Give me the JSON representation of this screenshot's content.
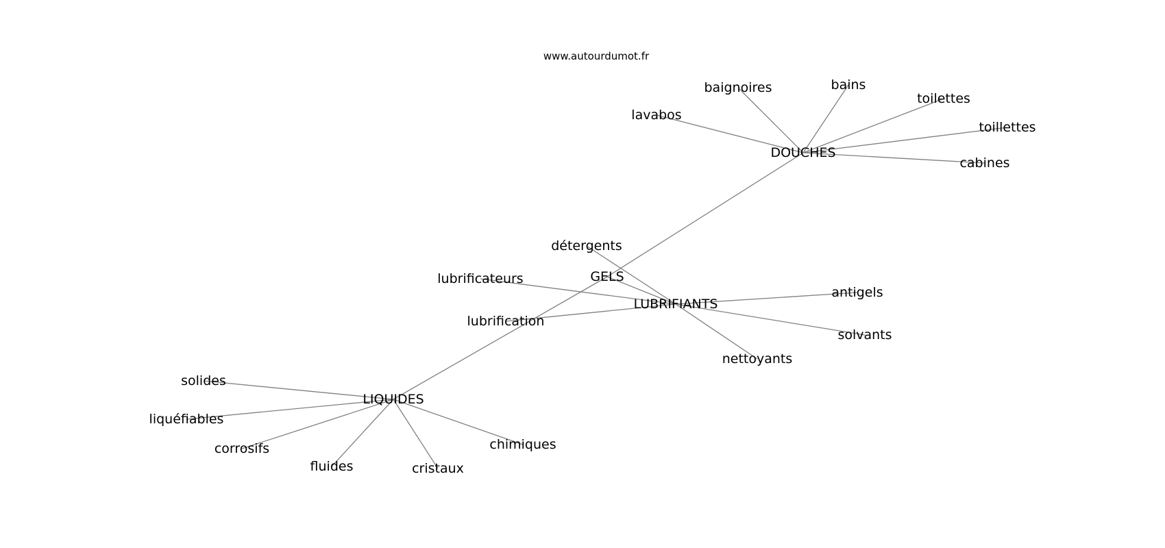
{
  "watermark": "www.autourdumot.fr",
  "graph": {
    "edge_color": "#808080",
    "text_color": "#000000",
    "nodes": [
      {
        "id": "GELS",
        "label": "GELS"
      },
      {
        "id": "DOUCHES",
        "label": "DOUCHES"
      },
      {
        "id": "LIQUIDES",
        "label": "LIQUIDES"
      },
      {
        "id": "LUBRIFIANTS",
        "label": "LUBRIFIANTS"
      },
      {
        "id": "baignoires",
        "label": "baignoires"
      },
      {
        "id": "bains",
        "label": "bains"
      },
      {
        "id": "toilettes",
        "label": "toilettes"
      },
      {
        "id": "lavabos",
        "label": "lavabos"
      },
      {
        "id": "toillettes",
        "label": "toillettes"
      },
      {
        "id": "cabines",
        "label": "cabines"
      },
      {
        "id": "detergents",
        "label": "détergents"
      },
      {
        "id": "lubrificateurs",
        "label": "lubrificateurs"
      },
      {
        "id": "antigels",
        "label": "antigels"
      },
      {
        "id": "lubrification",
        "label": "lubrification"
      },
      {
        "id": "solvants",
        "label": "solvants"
      },
      {
        "id": "nettoyants",
        "label": "nettoyants"
      },
      {
        "id": "solides",
        "label": "solides"
      },
      {
        "id": "liquefiables",
        "label": "liquéfiables"
      },
      {
        "id": "corrosifs",
        "label": "corrosifs"
      },
      {
        "id": "fluides",
        "label": "fluides"
      },
      {
        "id": "cristaux",
        "label": "cristaux"
      },
      {
        "id": "chimiques",
        "label": "chimiques"
      }
    ],
    "edges": [
      [
        "GELS",
        "DOUCHES"
      ],
      [
        "GELS",
        "LIQUIDES"
      ],
      [
        "GELS",
        "LUBRIFIANTS"
      ],
      [
        "DOUCHES",
        "baignoires"
      ],
      [
        "DOUCHES",
        "bains"
      ],
      [
        "DOUCHES",
        "toilettes"
      ],
      [
        "DOUCHES",
        "lavabos"
      ],
      [
        "DOUCHES",
        "toillettes"
      ],
      [
        "DOUCHES",
        "cabines"
      ],
      [
        "LUBRIFIANTS",
        "detergents"
      ],
      [
        "LUBRIFIANTS",
        "lubrificateurs"
      ],
      [
        "LUBRIFIANTS",
        "antigels"
      ],
      [
        "LUBRIFIANTS",
        "lubrification"
      ],
      [
        "LUBRIFIANTS",
        "solvants"
      ],
      [
        "LUBRIFIANTS",
        "nettoyants"
      ],
      [
        "LIQUIDES",
        "solides"
      ],
      [
        "LIQUIDES",
        "liquefiables"
      ],
      [
        "LIQUIDES",
        "corrosifs"
      ],
      [
        "LIQUIDES",
        "fluides"
      ],
      [
        "LIQUIDES",
        "cristaux"
      ],
      [
        "LIQUIDES",
        "chimiques"
      ]
    ]
  }
}
